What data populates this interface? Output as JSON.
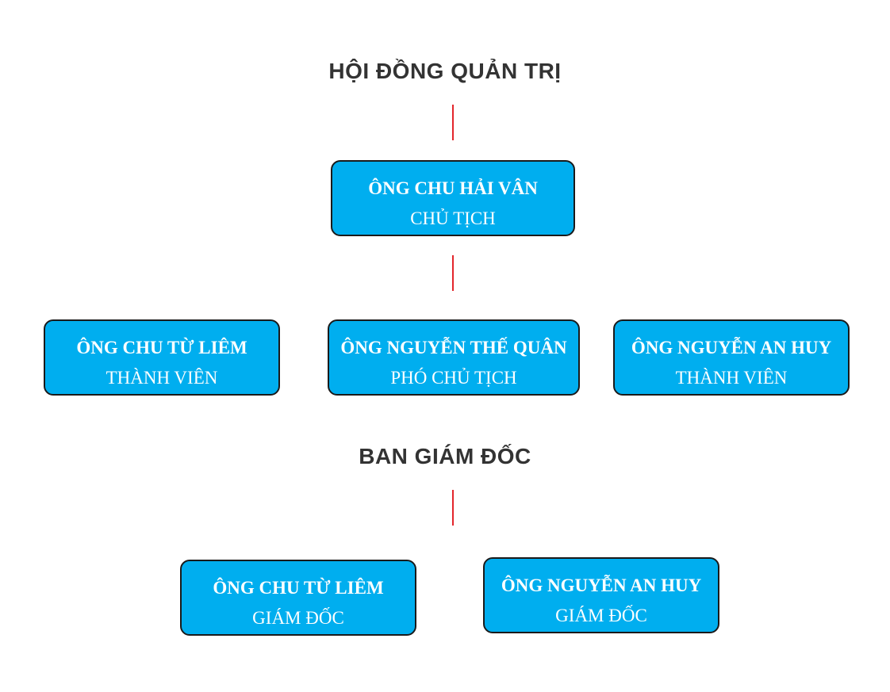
{
  "board": {
    "title": "HỘI ĐỒNG QUẢN TRỊ",
    "chairman": {
      "name": "ÔNG CHU HẢI VÂN",
      "role": "CHỦ TỊCH"
    },
    "members": [
      {
        "name": "ÔNG CHU TỪ LIÊM",
        "role": "THÀNH VIÊN"
      },
      {
        "name": "ÔNG NGUYỄN THẾ QUÂN",
        "role": "PHÓ CHỦ TỊCH"
      },
      {
        "name": "ÔNG NGUYỄN AN HUY",
        "role": "THÀNH VIÊN"
      }
    ]
  },
  "management": {
    "title": "BAN GIÁM ĐỐC",
    "directors": [
      {
        "name": "ÔNG CHU TỪ LIÊM",
        "role": "GIÁM ĐỐC"
      },
      {
        "name": "ÔNG NGUYỄN AN HUY",
        "role": "GIÁM ĐỐC"
      }
    ]
  },
  "colors": {
    "node_fill": "#00aeef",
    "node_border": "#1a1a1a",
    "connector": "#e3262c",
    "heading_text": "#333333"
  }
}
